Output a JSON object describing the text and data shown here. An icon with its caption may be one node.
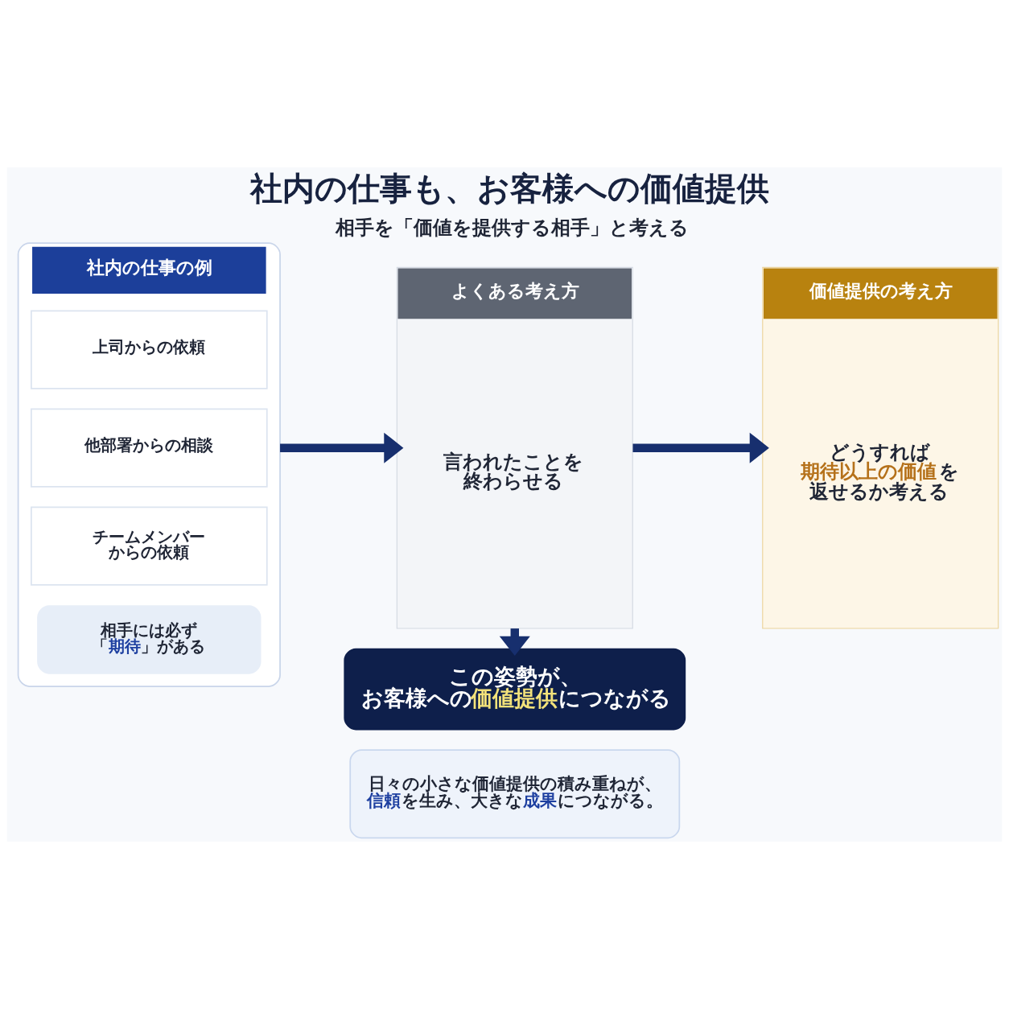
{
  "diagram": {
    "title": "社内の仕事も、お客様への価値提供",
    "nodes": [
      {
        "text": [
          "社内の仕事の例"
        ]
      },
      {
        "text": [
          "上司からの依頼"
        ],
        "in": 0
      },
      {
        "text": [
          "他部署からの相談"
        ],
        "in": 0
      },
      {
        "text": [
          "チームメンバーからの依頼"
        ],
        "in": 0
      },
      {
        "text": [
          "相手には必ず「期待」がある"
        ],
        "in": 0
      },
      {
        "text": [
          "よくある考え方",
          "言われたことを終わらせる"
        ]
      },
      {
        "text": [
          "価値提供の考え方",
          "どうすれば期待以上の価値を返せるか考える"
        ]
      },
      {
        "text": [
          "この姿勢が、お客様への価値提供につながる"
        ]
      },
      {
        "text": [
          "日々の小さな価値提供の積み重ねが、信頼を生み、大きな成果につながる。"
        ]
      }
    ],
    "edges": [
      {
        "from": 0,
        "to": 5,
        "arrow": "to"
      },
      {
        "from": 5,
        "to": 6,
        "arrow": "to"
      },
      {
        "from": 5,
        "to": 7,
        "arrow": "to"
      }
    ],
    "labels": [
      "相手を「価値を提供する相手」と考える"
    ]
  }
}
